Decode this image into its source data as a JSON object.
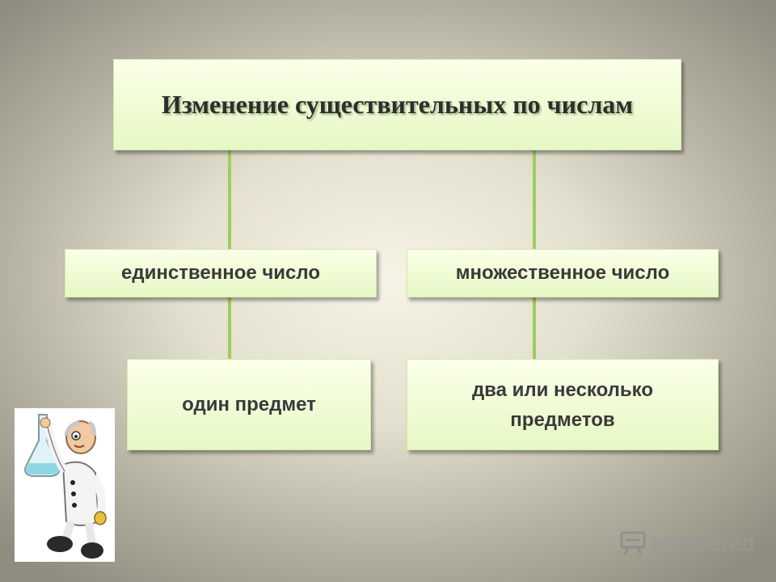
{
  "title": "Изменение существительных по числам",
  "branches": {
    "singular": {
      "label": "единственное число",
      "meaning": "один предмет"
    },
    "plural": {
      "label": "множественное число",
      "meaning_line1": "два или несколько",
      "meaning_line2": "предметов"
    }
  },
  "watermark": {
    "text": "MyShared"
  },
  "colors": {
    "box_fill": "#eef9d6",
    "connector": "#9ccf5c",
    "text": "#3a3a3a"
  }
}
